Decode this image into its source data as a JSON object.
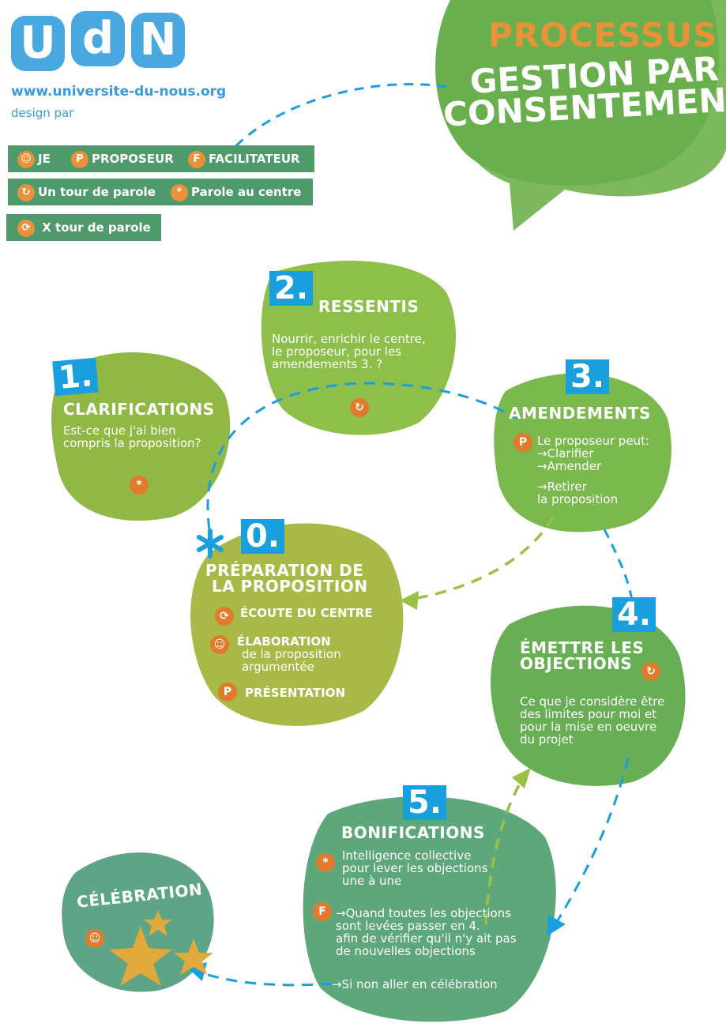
{
  "logo": {
    "letters": [
      "U",
      "d",
      "N"
    ],
    "url": "www.universite-du-nous.org",
    "design_by": "design par"
  },
  "legend": {
    "row1": [
      {
        "icon": "smiley-icon",
        "label": "JE"
      },
      {
        "icon": "p-icon",
        "label": "PROPOSEUR"
      },
      {
        "icon": "f-icon",
        "label": "FACILITATEUR"
      }
    ],
    "row2": [
      {
        "icon": "single-round-icon",
        "label": "Un tour de parole"
      },
      {
        "icon": "asterisk-icon",
        "label": "Parole au centre"
      }
    ],
    "row3": [
      {
        "icon": "multi-round-icon",
        "label": "X tour de parole"
      }
    ]
  },
  "header": {
    "process": "PROCESSUS",
    "line1": "GESTION PAR",
    "line2": "CONSENTEMENT"
  },
  "steps": {
    "s0": {
      "num": "0.",
      "title1": "PRÉPARATION DE",
      "title2": "LA PROPOSITION",
      "item1": "ÉCOUTE DU CENTRE",
      "item2_title": "ÉLABORATION",
      "item2_l1": "de la proposition",
      "item2_l2": "argumentée",
      "item3": "PRÉSENTATION"
    },
    "s1": {
      "num": "1.",
      "title": "CLARIFICATIONS",
      "l1": "Est-ce que j'ai bien",
      "l2": "compris la proposition?"
    },
    "s2": {
      "num": "2.",
      "title": "RESSENTIS",
      "l1": "Nourrir, enrichir le centre,",
      "l2": "le proposeur, pour les",
      "l3": "amendements 3. ?"
    },
    "s3": {
      "num": "3.",
      "title": "AMENDEMENTS",
      "l1": "Le proposeur peut:",
      "l2": "→Clarifier",
      "l3": "→Amender",
      "l4": "→Retirer",
      "l5": "la proposition"
    },
    "s4": {
      "num": "4.",
      "title1": "ÉMETTRE LES",
      "title2": "OBJECTIONS",
      "l1": "Ce que je considère être",
      "l2": "des limites pour moi et",
      "l3": "pour la mise en oeuvre",
      "l4": "du projet"
    },
    "s5": {
      "num": "5.",
      "title": "BONIFICATIONS",
      "l1": "Intelligence collective",
      "l2": "pour lever les objections",
      "l3": "une à une",
      "l4": "→Quand toutes les objections",
      "l5": "sont levées passer en 4.",
      "l6": "afin de vérifier qu'il n'y ait pas",
      "l7": "de nouvelles objections",
      "l8": "→Si non aller en célébration"
    },
    "celebration": {
      "title": "CÉLÉBRATION"
    }
  },
  "colors": {
    "green_light": "#8cc14a",
    "green_mid": "#7bb15a",
    "green_olive": "#9bbb48",
    "teal": "#5fa886",
    "blue": "#1a9fde",
    "orange": "#e07b2d"
  }
}
